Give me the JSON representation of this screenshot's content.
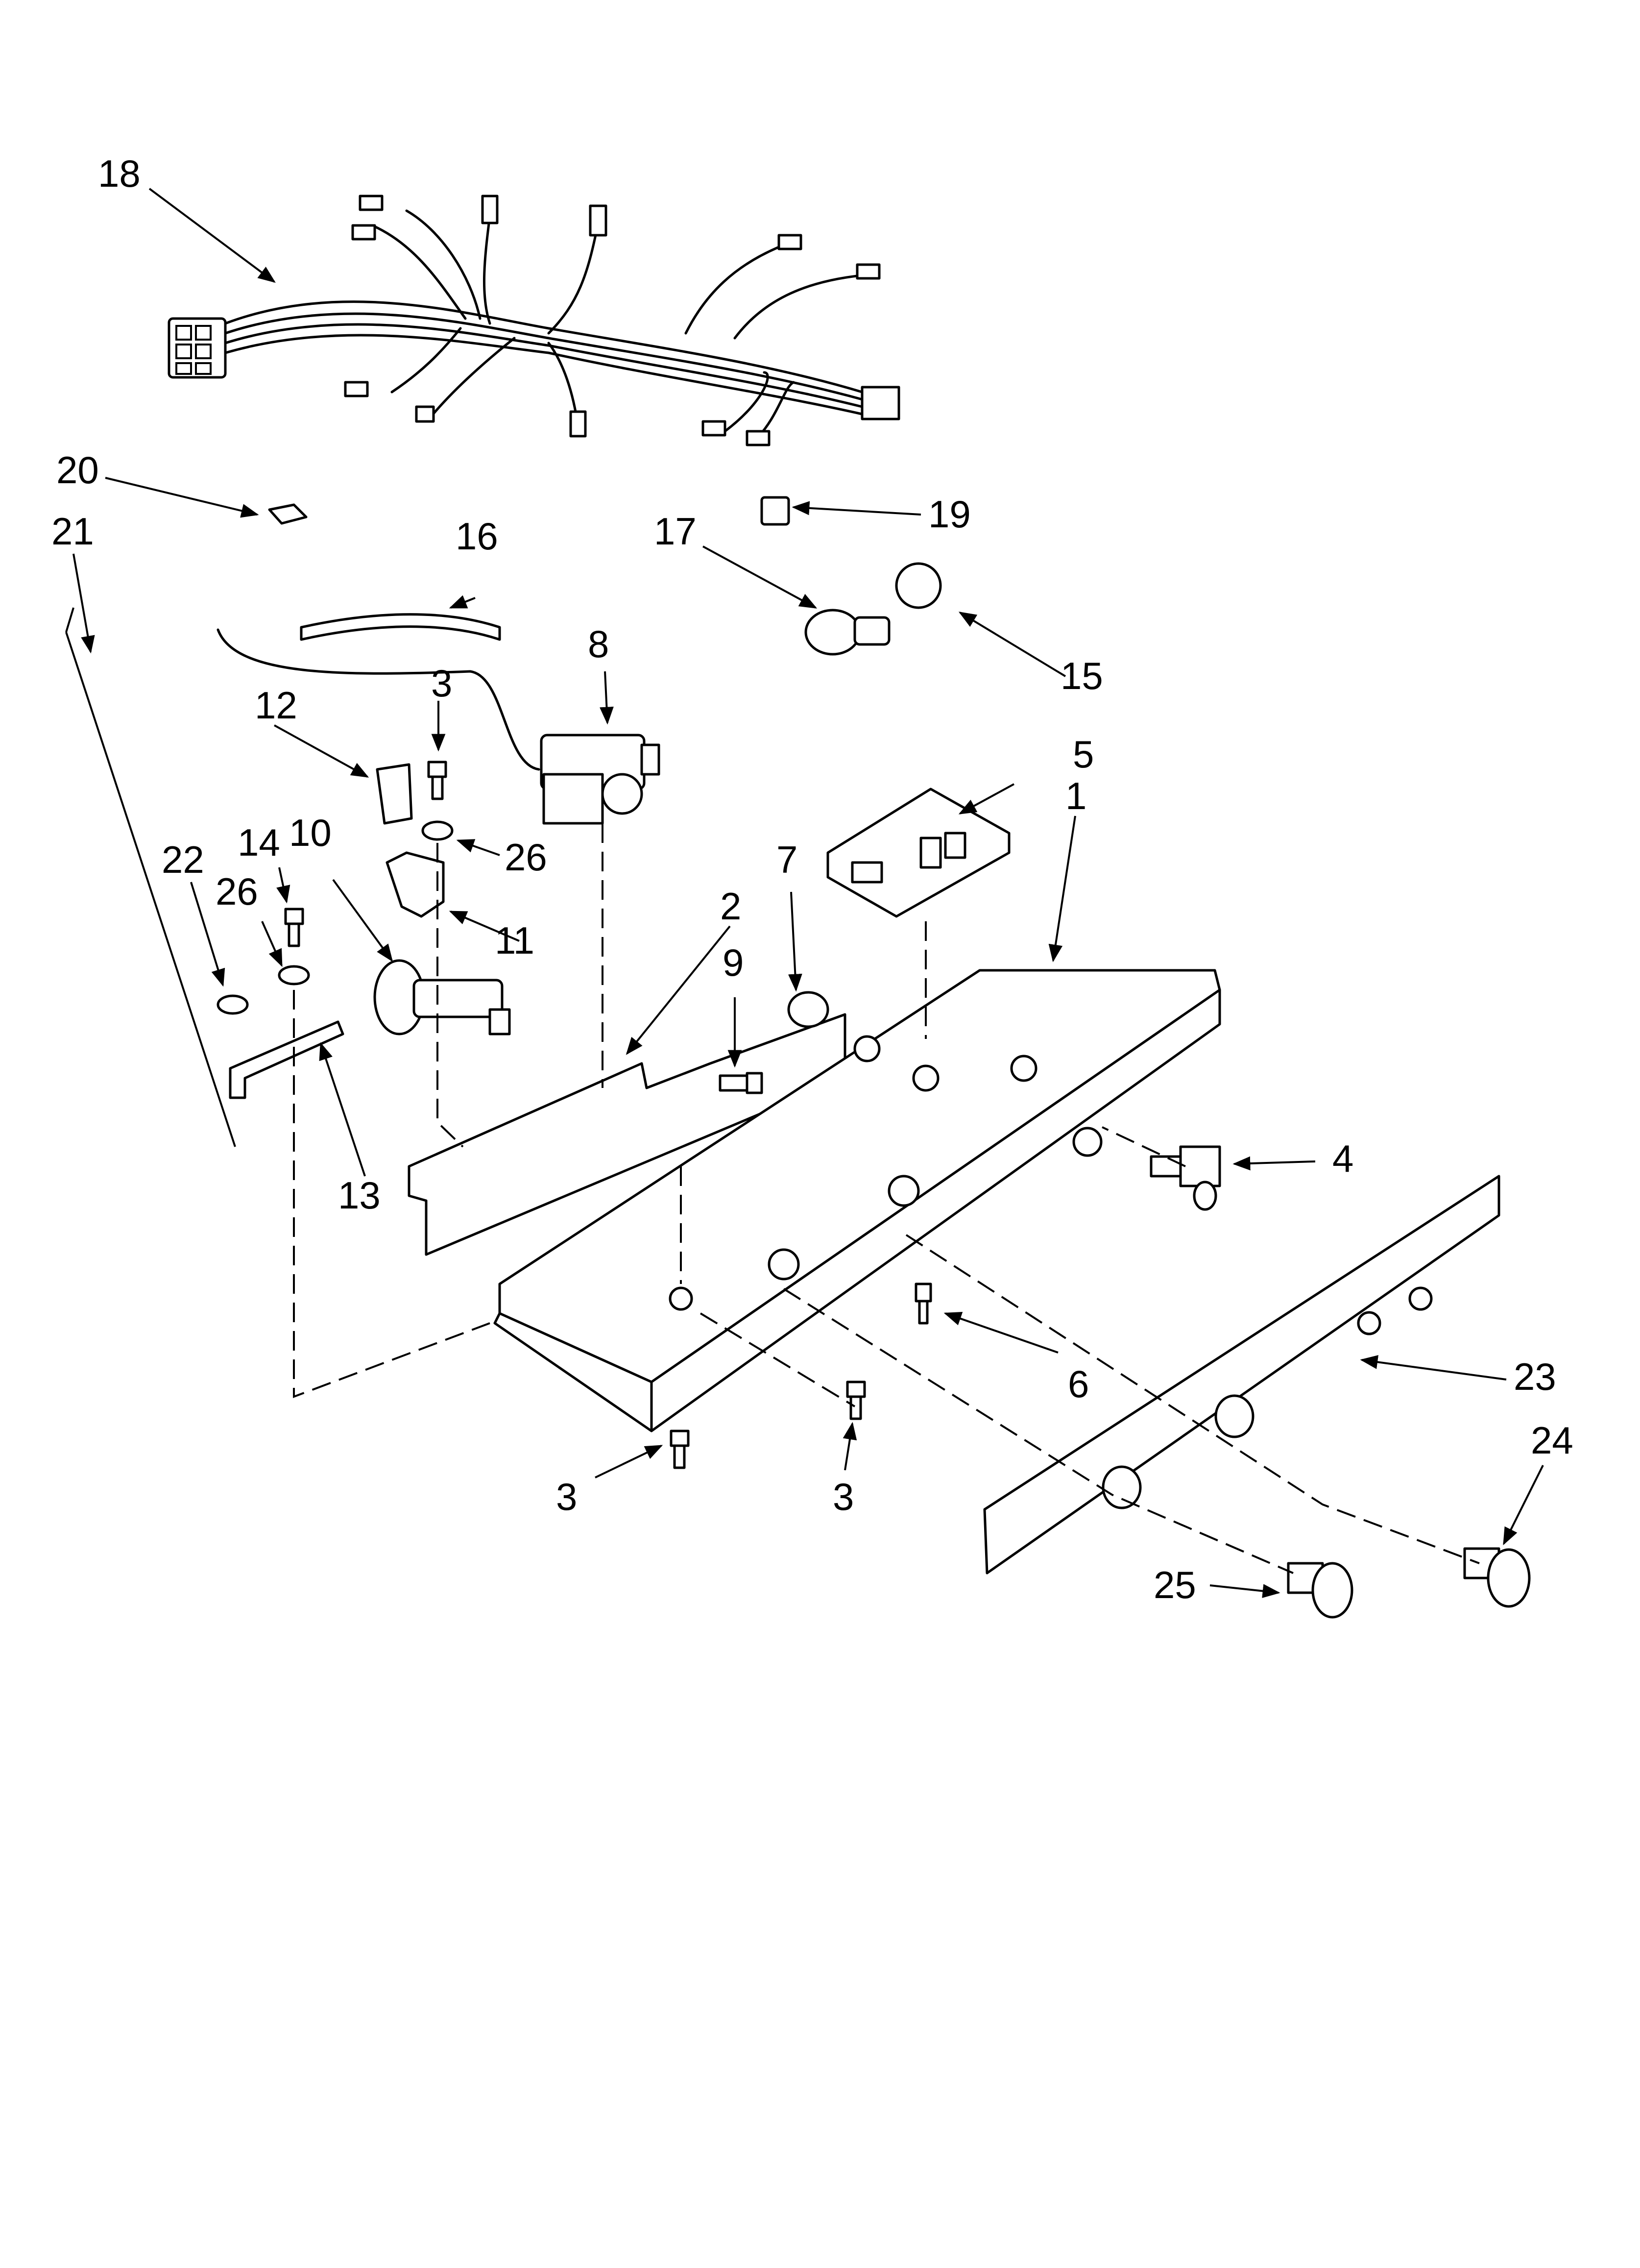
{
  "labels": {
    "p1": "1",
    "p2": "2",
    "p3a": "3",
    "p3b": "3",
    "p3c": "3",
    "p4": "4",
    "p5": "5",
    "p6": "6",
    "p7": "7",
    "p8": "8",
    "p9": "9",
    "p10": "10",
    "p11": "11",
    "p12": "12",
    "p13": "13",
    "p14": "14",
    "p15": "15",
    "p16": "16",
    "p17": "17",
    "p18": "18",
    "p19": "19",
    "p20": "20",
    "p21": "21",
    "p22": "22",
    "p23": "23",
    "p24": "24",
    "p25": "25",
    "p26a": "26",
    "p26b": "26"
  },
  "colors": {
    "ink": "#000000",
    "paper": "#ffffff"
  }
}
